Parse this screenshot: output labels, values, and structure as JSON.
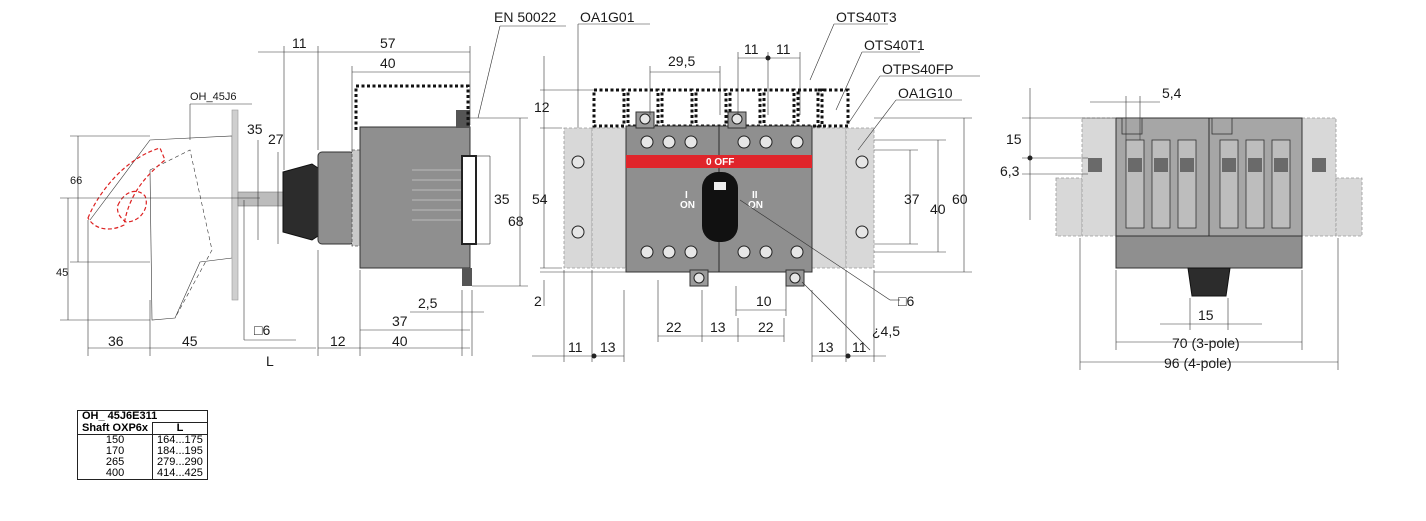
{
  "labels": {
    "en50022": "EN 50022",
    "oa1g01": "OA1G01",
    "ots40t3": "OTS40T3",
    "ots40t1": "OTS40T1",
    "otps40fp": "OTPS40FP",
    "oa1g10": "OA1G10",
    "oh45j6": "OH_45J6",
    "switch_off": "0  OFF",
    "switch_on_1": "I",
    "switch_on_1b": "ON",
    "switch_on_2": "II",
    "switch_on_2b": "ON"
  },
  "side_view": {
    "d11": "11",
    "d57": "57",
    "d40_top": "40",
    "d35_left": "35",
    "d27": "27",
    "d66": "66",
    "d35_right": "35",
    "d68": "68",
    "d45_v": "45",
    "d2_5": "2,5",
    "d37": "37",
    "d40_bot": "40",
    "d12": "12",
    "d36": "36",
    "d45_h": "45",
    "sq6": "□6",
    "L": "L"
  },
  "front_view": {
    "d29_5": "29,5",
    "d11_a": "11",
    "d11_b": "11",
    "d12": "12",
    "d54": "54",
    "d37": "37",
    "d40": "40",
    "d60": "60",
    "d2": "2",
    "d10": "10",
    "d22_a": "22",
    "d13_c": "13",
    "d22_b": "22",
    "d11_l": "11",
    "d13_l": "13",
    "d13_r": "13",
    "d11_r": "11",
    "sq6": "□6",
    "hole": "¿4,5"
  },
  "bottom_view": {
    "d5_4": "5,4",
    "d15_v": "15",
    "d6_3": "6,3",
    "d15_h": "15",
    "d70": "70 (3-pole)",
    "d96": "96 (4-pole)"
  },
  "table": {
    "title": "OH_ 45J6E311",
    "col1": "Shaft OXP6x",
    "col2": "L",
    "rows": [
      {
        "shaft": "150",
        "l": "164...175"
      },
      {
        "shaft": "170",
        "l": "184...195"
      },
      {
        "shaft": "265",
        "l": "279...290"
      },
      {
        "shaft": "400",
        "l": "414...425"
      }
    ]
  }
}
